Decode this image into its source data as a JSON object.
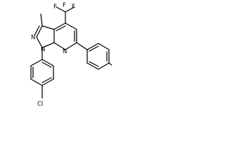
{
  "structure": {
    "atoms": {
      "cf3": "F",
      "cf3_left": "F",
      "cf3_right": "F",
      "cf3_carbon": "C",
      "n1": "N",
      "n2": "N",
      "n7": "N",
      "cl": "Cl"
    }
  },
  "colors": {
    "bond": "#000000",
    "text": "#000000",
    "background": "#ffffff"
  }
}
